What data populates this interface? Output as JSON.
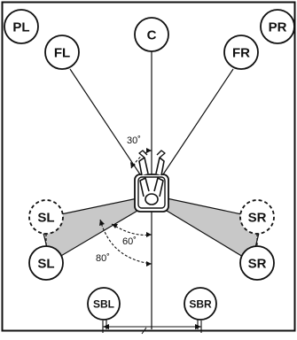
{
  "speakers": {
    "pl": "PL",
    "pr": "PR",
    "c": "C",
    "fl": "FL",
    "fr": "FR",
    "sl_upper": "SL",
    "sr_upper": "SR",
    "sl_lower": "SL",
    "sr_lower": "SR",
    "sbl": "SBL",
    "sbr": "SBR"
  },
  "angles": {
    "front": "30˚",
    "surround_min": "60˚",
    "surround_max": "80˚"
  },
  "colors": {
    "line": "#111111",
    "wedge": "#c8c8c8",
    "background": "#ffffff"
  }
}
